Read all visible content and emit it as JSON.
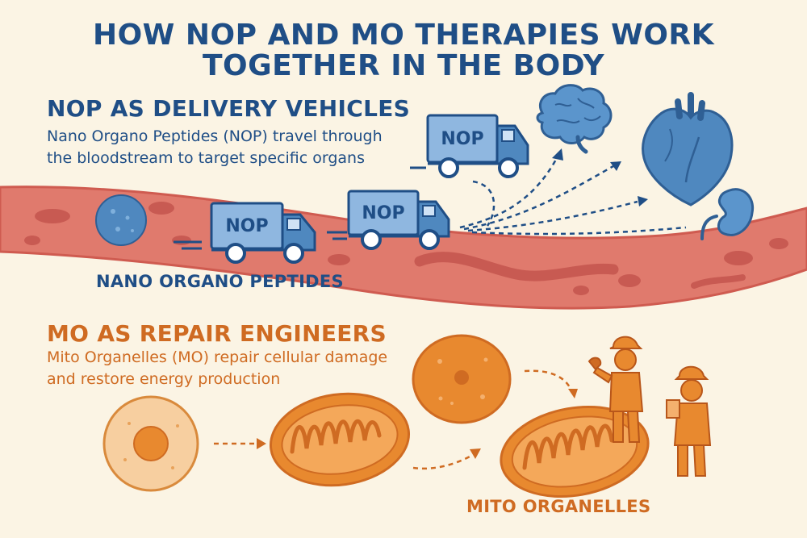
{
  "title": {
    "line1": "HOW NOP AND MO THERAPIES WORK",
    "line2": "TOGETHER IN THE BODY"
  },
  "nop_section": {
    "heading": "NOP AS DELIVERY VEHICLES",
    "desc_line1": "Nano Organo Peptides (NOP) travel through",
    "desc_line2": "the bloodstream to target specific organs",
    "caption": "NANO ORGANO PEPTIDES",
    "truck_labels": [
      "NOP",
      "NOP",
      "NOP"
    ],
    "targets": [
      "brain-icon",
      "heart-icon",
      "kidney-icon"
    ]
  },
  "mo_section": {
    "heading": "MO AS REPAIR ENGINEERS",
    "desc_line1": "Mito Organelles (MO) repair cellular damage",
    "desc_line2": "and restore energy production",
    "caption": "MITO ORGANELLES"
  },
  "colors": {
    "blue": "#1f4e86",
    "orange": "#cf6b22",
    "blood": "#e07a6d",
    "background": "#fbf4e4"
  }
}
